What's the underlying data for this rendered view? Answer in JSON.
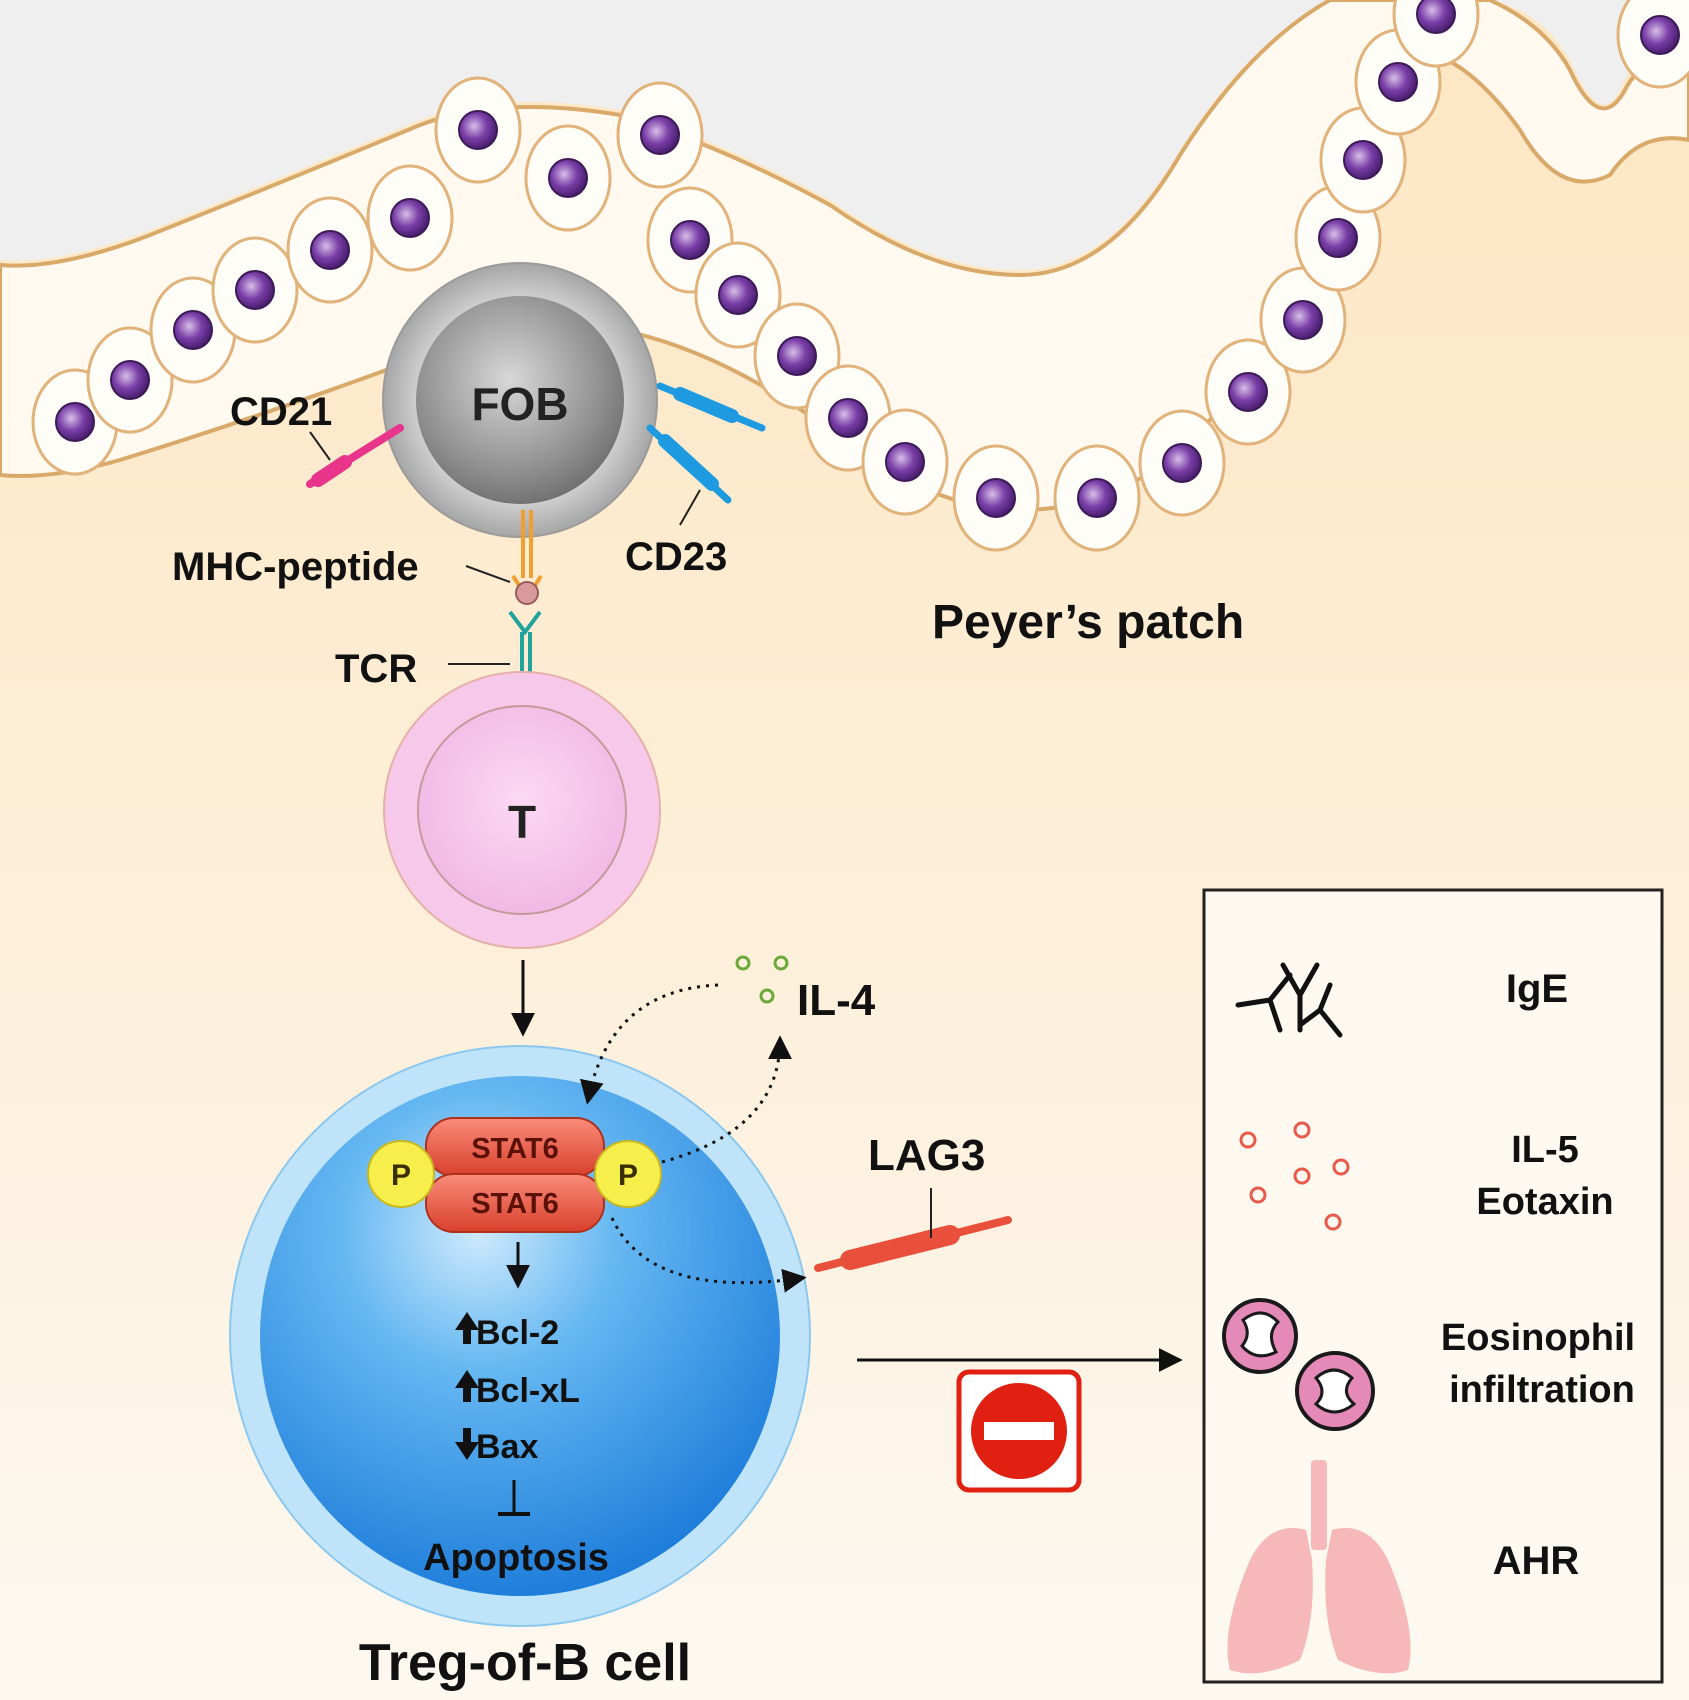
{
  "labels": {
    "fob": "FOB",
    "cd21": "CD21",
    "cd23": "CD23",
    "mhc_peptide": "MHC-peptide",
    "tcr": "TCR",
    "t_cell": "T",
    "peyers_patch": "Peyer’s patch",
    "il4": "IL-4",
    "stat6_top": "STAT6",
    "stat6_bottom": "STAT6",
    "phospho_left": "P",
    "phospho_right": "P",
    "lag3": "LAG3",
    "bcl2": "Bcl-2",
    "bclxl": "Bcl-xL",
    "bax": "Bax",
    "apoptosis": "Apoptosis",
    "treg_of_b": "Treg-of-B cell"
  },
  "effects_box": {
    "ige": "IgE",
    "il5": "IL-5",
    "eotaxin": "Eotaxin",
    "eosinophil": "Eosinophil",
    "infiltration": "infiltration",
    "ahr": "AHR"
  },
  "icons": {
    "up": "up-arrow-icon",
    "down": "down-arrow-icon",
    "inhibit": "inhibit-icon",
    "no_entry": "no-entry-icon"
  },
  "colors": {
    "background_top": "#fde9c8",
    "background_bottom": "#fdf6ec",
    "lumen": "#f0f0f0",
    "epithelium_fill": "#fff9ef",
    "epithelium_stroke": "#d9a96a",
    "nucleus": "#7a3fa8",
    "cd21": "#e8348a",
    "cd23": "#1e9be0",
    "stat6": "#e8503c",
    "phospho": "#f6ee4a",
    "lag3": "#e8503c",
    "treg_core": "#2a8fe6",
    "treg_rim": "#bfe3f8",
    "t_cell": "#f7c4ec",
    "no_entry": "#e02010",
    "il4_dot": "#6aaa3a",
    "il5_dot": "#e85a4a",
    "lung": "#f6b8b8"
  }
}
